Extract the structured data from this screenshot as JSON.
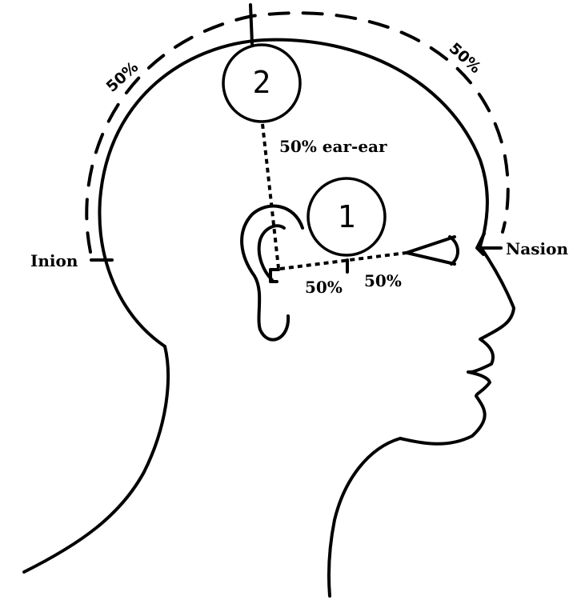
{
  "labels": {
    "inion": "Inion",
    "nasion": "Nasion",
    "arc_left": "50%",
    "arc_right": "50%",
    "ear_ear": "50% ear-ear",
    "line_left": "50%",
    "line_right": "50%"
  },
  "points": {
    "p1": "1",
    "p2": "2"
  }
}
